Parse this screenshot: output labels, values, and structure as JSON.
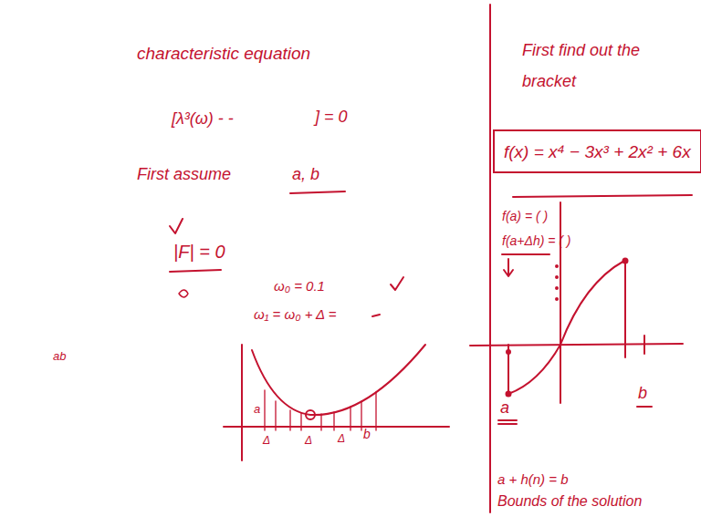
{
  "diagram": {
    "nodes": [
      {
        "text": [
          "f(x) = x⁴ − 3x³ + 2x² + 6x"
        ]
      }
    ],
    "edges": [],
    "labels": [
      "characteristic equation",
      "[λ³(ω) - -",
      "] = 0",
      "First assume",
      "a, b",
      "|F| = 0",
      "ω₀ = 0.1",
      "ω₁ = ω₀ + Δ =",
      "ab",
      "a",
      "Δ",
      "Δ",
      "Δ",
      "b",
      "First find out the bracket",
      "f(a) = ( )",
      "f(a+Δh) = ( )",
      "a",
      "b",
      "a + h(n) = b",
      "Bounds of the solution"
    ]
  }
}
